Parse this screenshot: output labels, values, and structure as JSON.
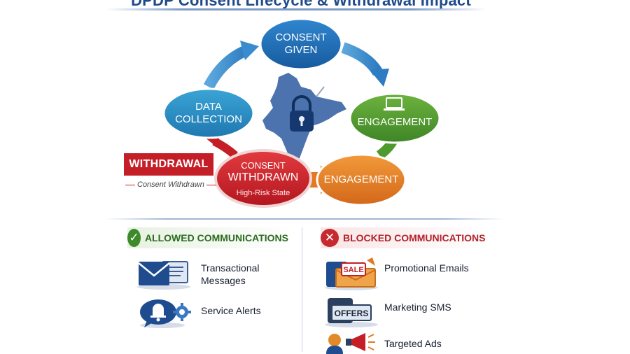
{
  "title": "DPDP Consent Lifecycle & Withdrawal Impact",
  "lifecycle": {
    "consent_given": [
      "CONSENT",
      "GIVEN"
    ],
    "data_collection": [
      "DATA",
      "COLLECTION"
    ],
    "engagement_top": "ENGAGEMENT",
    "engagement_bottom": "ENGAGEMENT",
    "consent_withdrawn": {
      "line1": "CONSENT",
      "line2": "WITHDRAWN",
      "state": "High-Risk State"
    },
    "withdrawal_tag": "WITHDRAWAL",
    "withdrawal_sub": "Consent Withdrawn"
  },
  "allowed": {
    "heading": "ALLOWED COMMUNICATIONS",
    "items": [
      {
        "label": "Transactional Messages",
        "icon": "envelope-icon"
      },
      {
        "label": "Service Alerts",
        "icon": "bell-gear-icon"
      }
    ]
  },
  "blocked": {
    "heading": "BLOCKED COMMUNICATIONS",
    "items": [
      {
        "label": "Promotional Emails",
        "icon": "sale-envelope-icon",
        "badge": "SALE"
      },
      {
        "label": "Marketing SMS",
        "icon": "offers-phone-icon",
        "badge": "OFFERS"
      },
      {
        "label": "Targeted Ads",
        "icon": "megaphone-person-icon"
      }
    ]
  },
  "colors": {
    "blue": "#1f6db5",
    "teal": "#2a8fc4",
    "green": "#4f9a2f",
    "orange": "#e17a22",
    "red": "#c41f27",
    "navy": "#1f4a8a"
  }
}
